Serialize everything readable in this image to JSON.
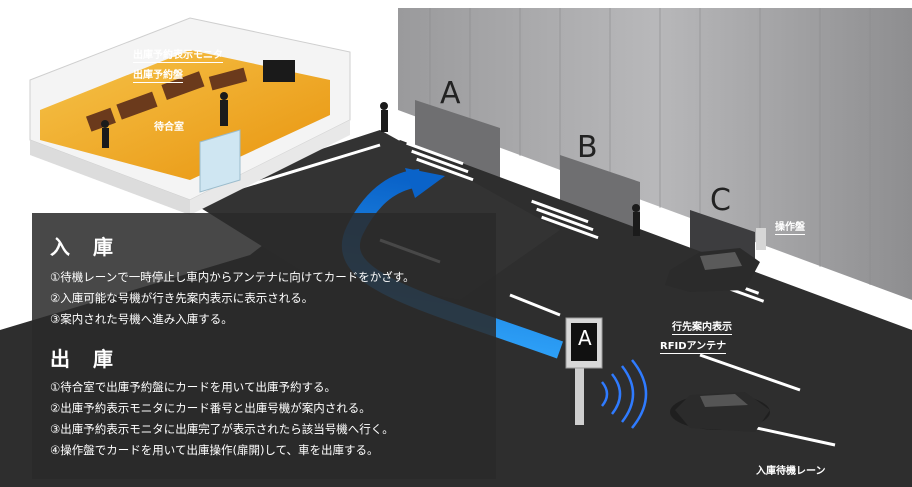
{
  "labels": {
    "monitor": "出庫予約表示モニタ",
    "panel": "出庫予約盤",
    "waiting_room": "待合室",
    "operation_panel": "操作盤",
    "destination_display": "行先案内表示",
    "rfid_antenna": "RFIDアンテナ",
    "entry_lane": "入庫待機レーン"
  },
  "bays": {
    "a": "A",
    "b": "B",
    "c": "C"
  },
  "sign_letter": "A",
  "entry": {
    "title": "入 庫",
    "steps": [
      "①待機レーンで一時停止し車内からアンテナに向けてカードをかざす。",
      "②入庫可能な号機が行き先案内表示に表示される。",
      "③案内された号機へ進み入庫する。"
    ]
  },
  "exit": {
    "title": "出 庫",
    "steps": [
      "①待合室で出庫予約盤にカードを用いて出庫予約する。",
      "②出庫予約表示モニタにカード番号と出庫号機が案内される。",
      "③出庫予約表示モニタに出庫完了が表示されたら該当号機へ行く。",
      "④操作盤でカードを用いて出庫操作(扉開)して、車を出庫する。"
    ]
  },
  "colors": {
    "arrow": "#1e90ff",
    "floor": "#f2a516",
    "road": "#2e2e2e",
    "building": "#a9a9ab"
  }
}
